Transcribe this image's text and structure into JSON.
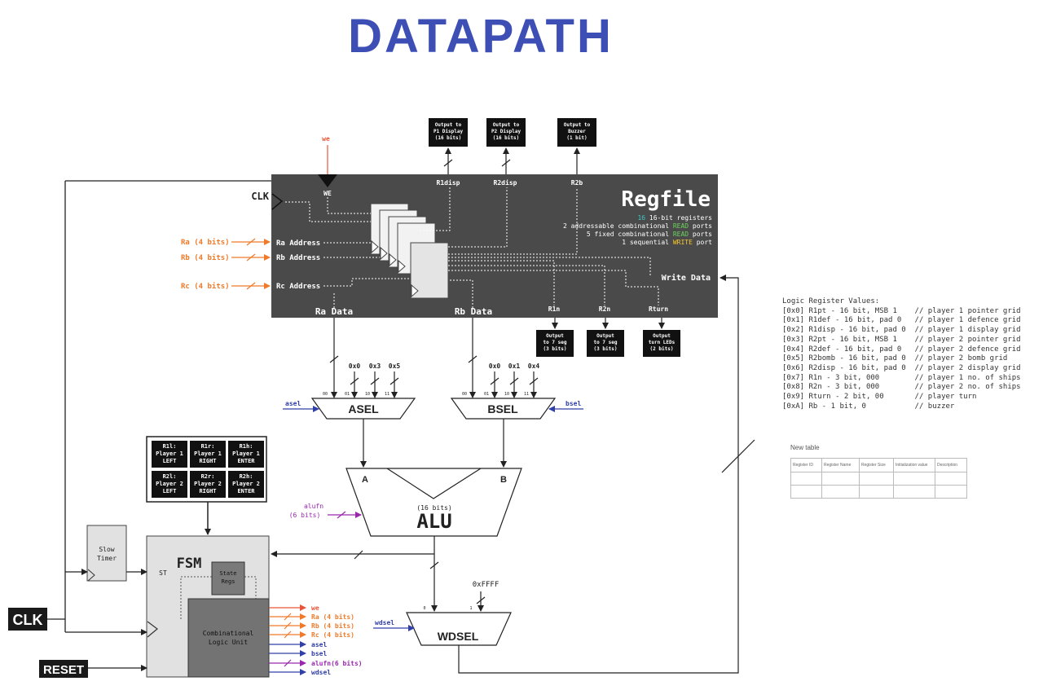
{
  "title": "DATAPATH",
  "regfile": {
    "title": "Regfile",
    "desc_count": "16",
    "desc_line1_rest": " 16-bit registers",
    "desc_line2_a": "2 addressable combinational ",
    "desc_line2_read": "READ",
    "desc_line2_b": " ports",
    "desc_line3_a": "5 fixed combinational ",
    "desc_line3_read": "READ",
    "desc_line3_b": " ports",
    "desc_line4_a": "1 sequential ",
    "desc_line4_write": "WRITE",
    "desc_line4_b": " port",
    "we_port": "WE",
    "clk_port": "CLK",
    "ra_address": "Ra Address",
    "rb_address": "Rb Address",
    "rc_address": "Rc Address",
    "ra_data": "Ra Data",
    "rb_data": "Rb Data",
    "write_data": "Write Data",
    "r1disp": "R1disp",
    "r2disp": "R2disp",
    "r2b": "R2b",
    "r1n": "R1n",
    "r2n": "R2n",
    "rturn": "Rturn"
  },
  "outputs_top": [
    [
      "Output to",
      "P1 Display",
      "(16 bits)"
    ],
    [
      "Output to",
      "P2 Display",
      "(16 bits)"
    ],
    [
      "Output to",
      "Buzzer",
      "(1 bit)"
    ]
  ],
  "outputs_bottom": [
    [
      "Output",
      "to 7 seg",
      "(3 bits)"
    ],
    [
      "Output",
      "to 7 seg",
      "(3 bits)"
    ],
    [
      "Output",
      "turn LEDs",
      "(2 bits)"
    ]
  ],
  "inputs": {
    "we": "we",
    "ra": "Ra (4 bits)",
    "rb": "Rb (4 bits)",
    "rc": "Rc (4 bits)",
    "asel": "asel",
    "bsel": "bsel",
    "alufn_1": "alufn",
    "alufn_2": "(6 bits)",
    "wdsel": "wdsel"
  },
  "asel": {
    "label": "ASEL",
    "consts": [
      "0x0",
      "0x3",
      "0x5"
    ],
    "sel_labels": [
      "00",
      "01",
      "10",
      "11"
    ]
  },
  "bsel": {
    "label": "BSEL",
    "consts": [
      "0x0",
      "0x1",
      "0x4"
    ],
    "sel_labels": [
      "00",
      "01",
      "10",
      "11"
    ]
  },
  "alu": {
    "label": "ALU",
    "bits": "(16 bits)",
    "in_a": "A",
    "in_b": "B"
  },
  "wdsel": {
    "label": "WDSEL",
    "const": "0xFFFF",
    "sel_labels": [
      "0",
      "1"
    ]
  },
  "buttons": [
    [
      "R1l:",
      "Player 1",
      "LEFT"
    ],
    [
      "R1r:",
      "Player 1",
      "RIGHT"
    ],
    [
      "R1h:",
      "Player 1",
      "ENTER"
    ],
    [
      "R2l:",
      "Player 2",
      "LEFT"
    ],
    [
      "R2r:",
      "Player 2",
      "RIGHT"
    ],
    [
      "R2h:",
      "Player 2",
      "ENTER"
    ]
  ],
  "fsm": {
    "label": "FSM",
    "st": "ST",
    "state_regs_1": "State",
    "state_regs_2": "Regs",
    "clu_1": "Combinational",
    "clu_2": "Logic Unit"
  },
  "slow_timer": [
    "Slow",
    "Timer"
  ],
  "clk": "CLK",
  "reset": "RESET",
  "fsm_outputs": [
    "we",
    "Ra (4 bits)",
    "Rb (4 bits)",
    "Rc (4 bits)",
    "asel",
    "bsel",
    "alufn(6 bits)",
    "wdsel"
  ],
  "register_notes": [
    "Logic Register Values:",
    "[0x0] R1pt - 16 bit, MSB 1    // player 1 pointer grid",
    "[0x1] R1def - 16 bit, pad 0   // player 1 defence grid",
    "[0x2] R1disp - 16 bit, pad 0  // player 1 display grid",
    "[0x3] R2pt - 16 bit, MSB 1    // player 2 pointer grid",
    "[0x4] R2def - 16 bit, pad 0   // player 2 defence grid",
    "[0x5] R2bomb - 16 bit, pad 0  // player 2 bomb grid",
    "[0x6] R2disp - 16 bit, pad 0  // player 2 display grid",
    "[0x7] R1n - 3 bit, 000        // player 1 no. of ships",
    "[0x8] R2n - 3 bit, 000        // player 2 no. of ships",
    "[0x9] Rturn - 2 bit, 00       // player turn",
    "[0xA] Rb - 1 bit, 0           // buzzer"
  ],
  "new_table": {
    "title": "New table",
    "headers": [
      "Register ID",
      "Register Name",
      "Register Size",
      "Initialization value",
      "Description"
    ]
  },
  "colors": {
    "title": "#3d4fb5",
    "regfile_bg": "#4a4a4a",
    "orange": "#f07a2a",
    "red": "#e8553a",
    "blue": "#3140a8",
    "purple": "#9b27b0",
    "teal": "#3ec7c7",
    "green": "#6cd35e",
    "yellow": "#f5c830"
  }
}
